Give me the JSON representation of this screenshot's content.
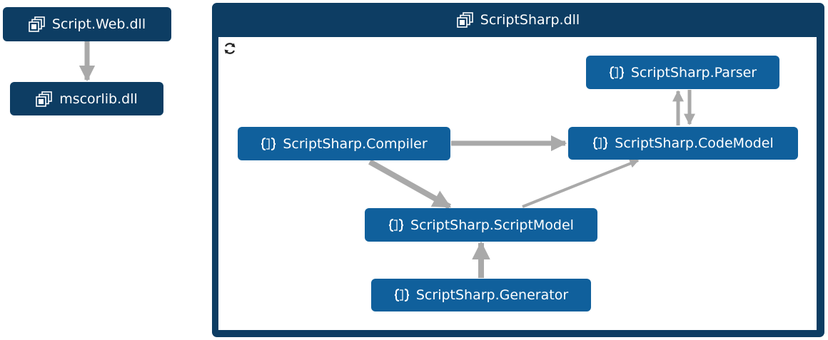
{
  "nodes": {
    "script_web": "Script.Web.dll",
    "mscorlib": "mscorlib.dll",
    "scriptsharp_group": "ScriptSharp.dll",
    "parser": "ScriptSharp.Parser",
    "compiler": "ScriptSharp.Compiler",
    "codemodel": "ScriptSharp.CodeModel",
    "scriptmodel": "ScriptSharp.ScriptModel",
    "generator": "ScriptSharp.Generator"
  },
  "colors": {
    "assembly": "#0d3d63",
    "namespace": "#10609c",
    "edge": "#a9a9a9"
  },
  "icons": {
    "assembly": "assembly-icon",
    "namespace": "namespace-braces-icon",
    "group_toggle": "refresh-cycle-icon"
  }
}
